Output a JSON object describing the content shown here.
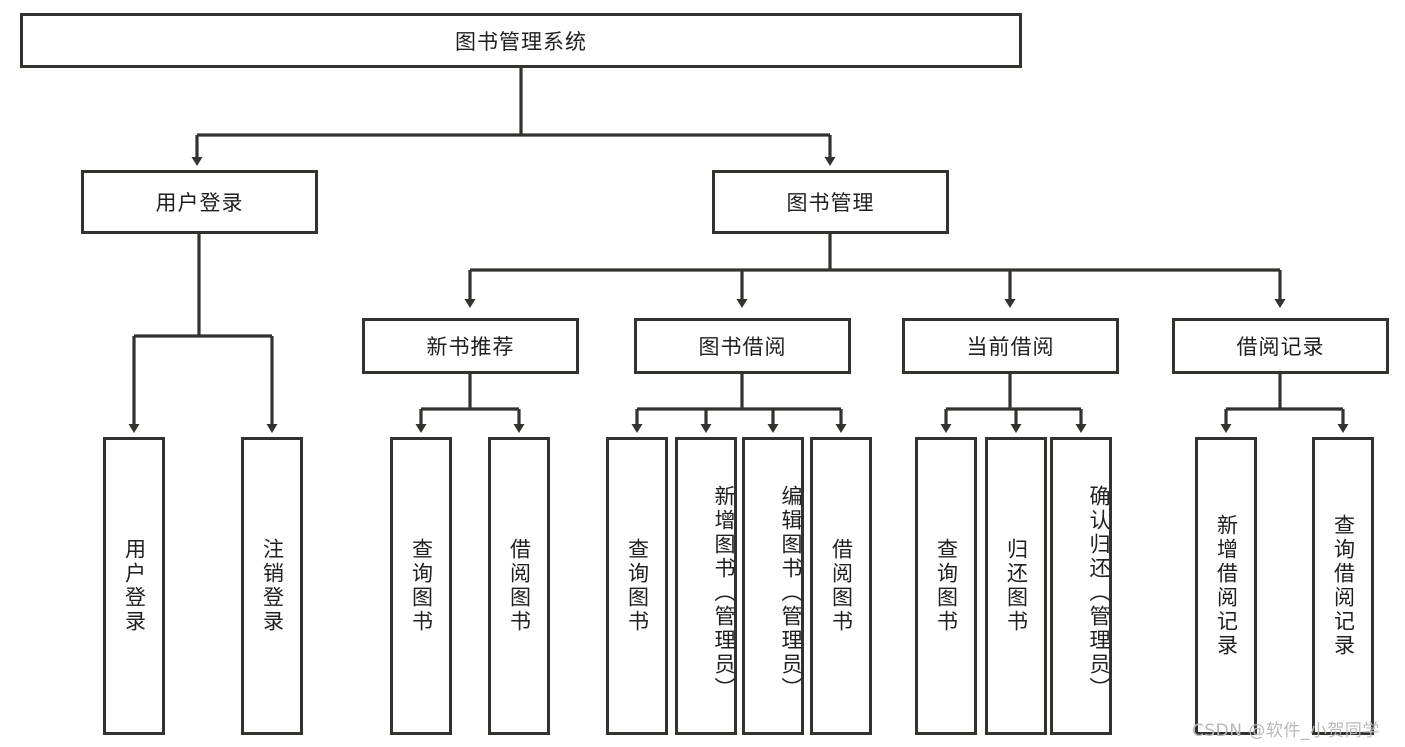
{
  "diagram": {
    "title": "图书管理系统",
    "type": "functional-decomposition-tree",
    "root": {
      "label": "图书管理系统"
    },
    "level2": [
      {
        "label": "用户登录"
      },
      {
        "label": "图书管理"
      }
    ],
    "level3": [
      {
        "label": "新书推荐",
        "parent": "图书管理"
      },
      {
        "label": "图书借阅",
        "parent": "图书管理"
      },
      {
        "label": "当前借阅",
        "parent": "图书管理"
      },
      {
        "label": "借阅记录",
        "parent": "图书管理"
      }
    ],
    "leaves": {
      "user_login": [
        {
          "label": "用户登录"
        },
        {
          "label": "注销登录"
        }
      ],
      "new_book_recommend": [
        {
          "label": "查询图书"
        },
        {
          "label": "借阅图书"
        }
      ],
      "book_borrow": [
        {
          "label": "查询图书"
        },
        {
          "label": "新增图书（管理员）"
        },
        {
          "label": "编辑图书（管理员）"
        },
        {
          "label": "借阅图书"
        }
      ],
      "current_borrow": [
        {
          "label": "查询图书"
        },
        {
          "label": "归还图书"
        },
        {
          "label": "确认归还（管理员）"
        }
      ],
      "borrow_record": [
        {
          "label": "新增借阅记录"
        },
        {
          "label": "查询借阅记录"
        }
      ]
    }
  },
  "watermark": {
    "text": "CSDN @软件_小贺同学"
  },
  "colors": {
    "background": "#ffffff",
    "stroke": "#33322f",
    "text": "#1f1f1f",
    "watermark": "#b9b9b9"
  }
}
